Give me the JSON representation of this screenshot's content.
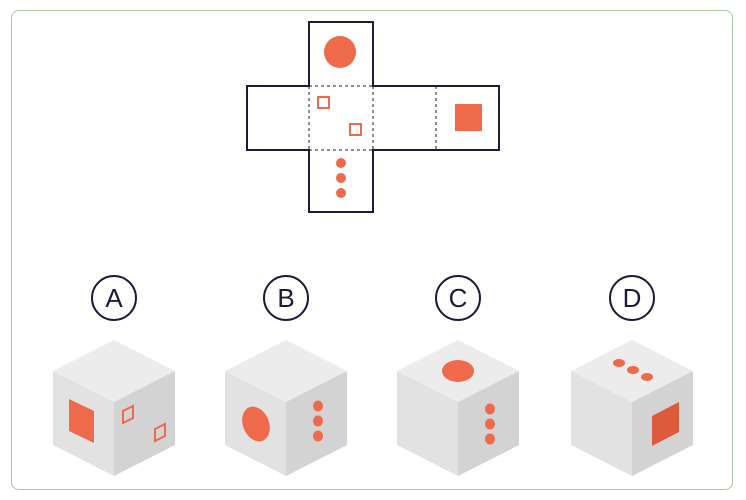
{
  "colors": {
    "accent": "#ef6a4b",
    "accent_dark": "#dd5a3d",
    "outline": "#1c1c3a",
    "frame": "#a9c9a0",
    "cube_top": "#ececec",
    "cube_left": "#e2e2e2",
    "cube_right": "#d3d3d3"
  },
  "net": {
    "top_face": "circle",
    "center_face": "two-hollow-squares",
    "right_face": "solid-square",
    "bottom_face": "three-dots"
  },
  "options": [
    {
      "letter": "A",
      "top": "blank",
      "left": "solid-square",
      "right": "two-hollow-squares"
    },
    {
      "letter": "B",
      "top": "blank",
      "left": "circle",
      "right": "three-dots"
    },
    {
      "letter": "C",
      "top": "circle",
      "left": "blank",
      "right": "three-dots"
    },
    {
      "letter": "D",
      "top": "three-dots",
      "left": "blank",
      "right": "solid-square"
    }
  ]
}
